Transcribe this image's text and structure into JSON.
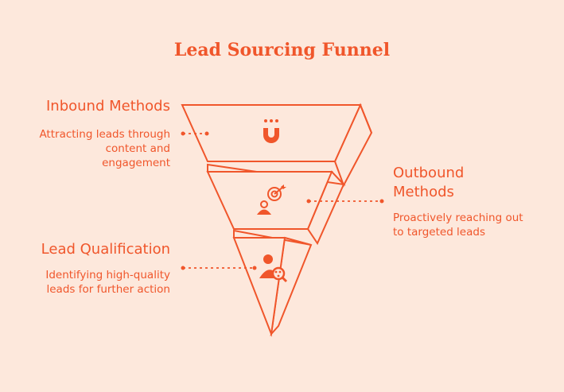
{
  "title": "Lead Sourcing Funnel",
  "colors": {
    "accent": "#f0562b",
    "background": "#fde8dc",
    "fill": "#fde8dc"
  },
  "stages": [
    {
      "heading": "Inbound Methods",
      "description_lines": [
        "Attracting leads through",
        "content and",
        "engagement"
      ],
      "icon": "magnet-icon"
    },
    {
      "heading_lines": [
        "Outbound",
        "Methods"
      ],
      "description_lines": [
        "Proactively reaching out",
        "to targeted leads"
      ],
      "icon": "target-person-icon"
    },
    {
      "heading": "Lead Qualification",
      "description_lines": [
        "Identifying high-quality",
        "leads for further action"
      ],
      "icon": "user-search-icon"
    }
  ]
}
